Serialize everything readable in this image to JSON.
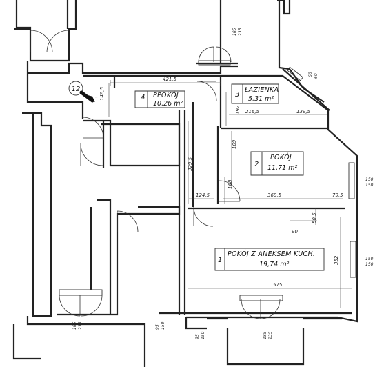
{
  "plan": {
    "marker": "12",
    "rooms": [
      {
        "num": "4",
        "name": "PPOKÓJ",
        "area": "10,26 m²"
      },
      {
        "num": "3",
        "name": "ŁAZIENKA",
        "area": "5,31 m²"
      },
      {
        "num": "2",
        "name": "POKÓJ",
        "area": "11,71 m²"
      },
      {
        "num": "1",
        "name": "POKÓJ Z ANEKSEM KUCH.",
        "area": "19,74 m²"
      }
    ],
    "dimensions": {
      "d421_5": "421,5",
      "d146_5": "146,5",
      "d216_5": "216,5",
      "d139_5": "139,5",
      "d192": "192",
      "d109": "109",
      "d329_5": "329,5",
      "d124_5": "124,5",
      "d360_5": "360,5",
      "d79_5": "79,5",
      "d168": "168",
      "d90": "90",
      "d50_5": "50,5",
      "d352": "352",
      "d575": "575",
      "d150a": "150",
      "d150b": "150",
      "d150c": "150",
      "d150d": "150",
      "w_top_a": "185",
      "w_top_b": "235",
      "w_top_c": "60",
      "w_top_d": "60",
      "w_bot1_a": "185",
      "w_bot1_b": "235",
      "w_bot2_a": "95",
      "w_bot2_b": "150",
      "w_bot3_a": "95",
      "w_bot3_b": "150",
      "w_bot4_a": "185",
      "w_bot4_b": "235"
    }
  }
}
